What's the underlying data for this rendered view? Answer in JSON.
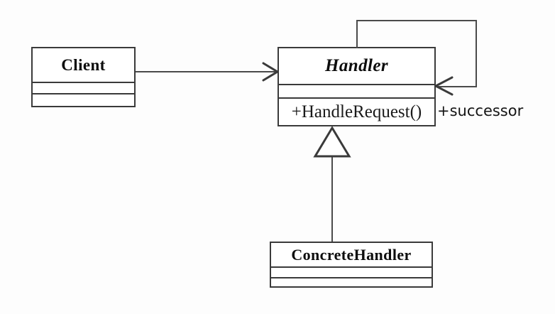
{
  "diagram": {
    "title": "Chain of Responsibility pattern UML class diagram",
    "background_color": "#fdfdfd",
    "line_color": "#4a4a4a",
    "text_color": "#0d0d0d"
  },
  "classes": {
    "client": {
      "name": "Client",
      "abstract": false,
      "attributes": "",
      "operations": ""
    },
    "handler": {
      "name": "Handler",
      "abstract": true,
      "attributes": "",
      "operations": "+HandleRequest()"
    },
    "concrete_handler": {
      "name": "ConcreteHandler",
      "abstract": false,
      "attributes": "",
      "operations": ""
    }
  },
  "relations": {
    "client_to_handler": {
      "type": "association",
      "arrow": "open-arrow",
      "source": "Client",
      "target": "Handler",
      "label": ""
    },
    "handler_self_link": {
      "type": "association",
      "arrow": "open-arrow",
      "source": "Handler",
      "target": "Handler",
      "label": "+successor"
    },
    "concrete_to_handler": {
      "type": "generalization",
      "arrow": "hollow-triangle",
      "source": "ConcreteHandler",
      "target": "Handler",
      "label": ""
    }
  }
}
